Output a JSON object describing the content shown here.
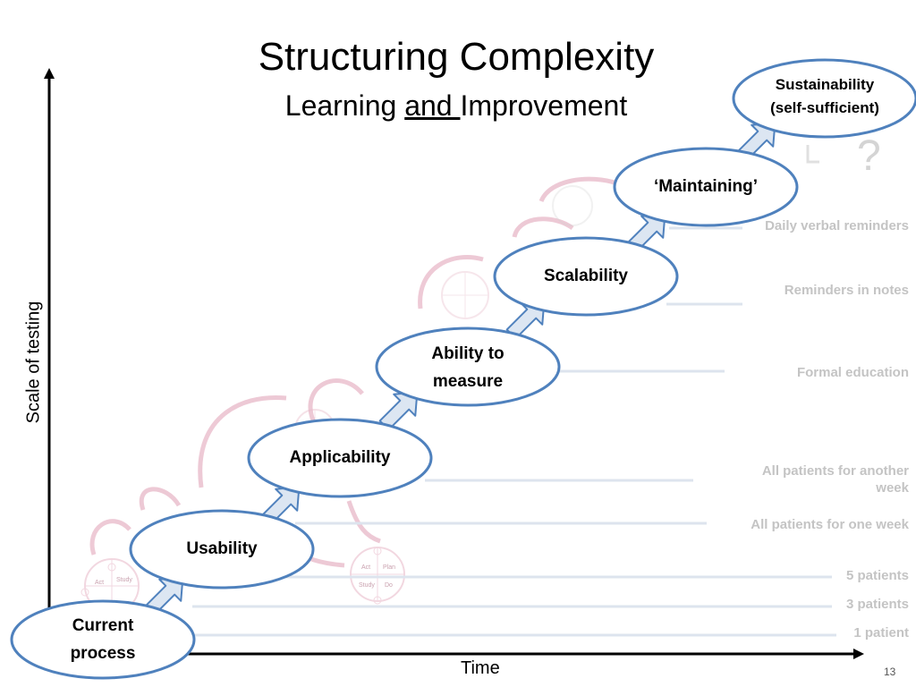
{
  "title": "Structuring Complexity",
  "subtitle": {
    "part1": "Learning ",
    "part2": "and ",
    "part3": "Improvement"
  },
  "axes": {
    "y_label": "Scale of testing",
    "x_label": "Time"
  },
  "page_number": "13",
  "scale_levels": [
    "Daily verbal reminders",
    "Reminders in notes",
    "Formal education",
    "All patients for another week",
    "All patients for one week",
    "5 patients",
    "3 patients",
    "1 patient"
  ],
  "stages": [
    {
      "line1": "Current",
      "line2": "process"
    },
    {
      "line1": "Usability"
    },
    {
      "line1": "Applicability"
    },
    {
      "line1": "Ability to",
      "line2": "measure"
    },
    {
      "line1": "Scalability"
    },
    {
      "line1": "‘Maintaining’"
    },
    {
      "line1": "Sustainability",
      "line2": "(self-sufficient)"
    }
  ],
  "pdsa": {
    "act": "Act",
    "plan": "Plan",
    "study": "Study",
    "do": "Do"
  },
  "question_mark": "?",
  "colors": {
    "ellipse_stroke": "#4f81bd",
    "arrow_fill": "#dce6f2",
    "arrow_stroke": "#4f81bd",
    "scale_text": "#c4c4c4",
    "cycle_pink": "#e8b8c8"
  }
}
